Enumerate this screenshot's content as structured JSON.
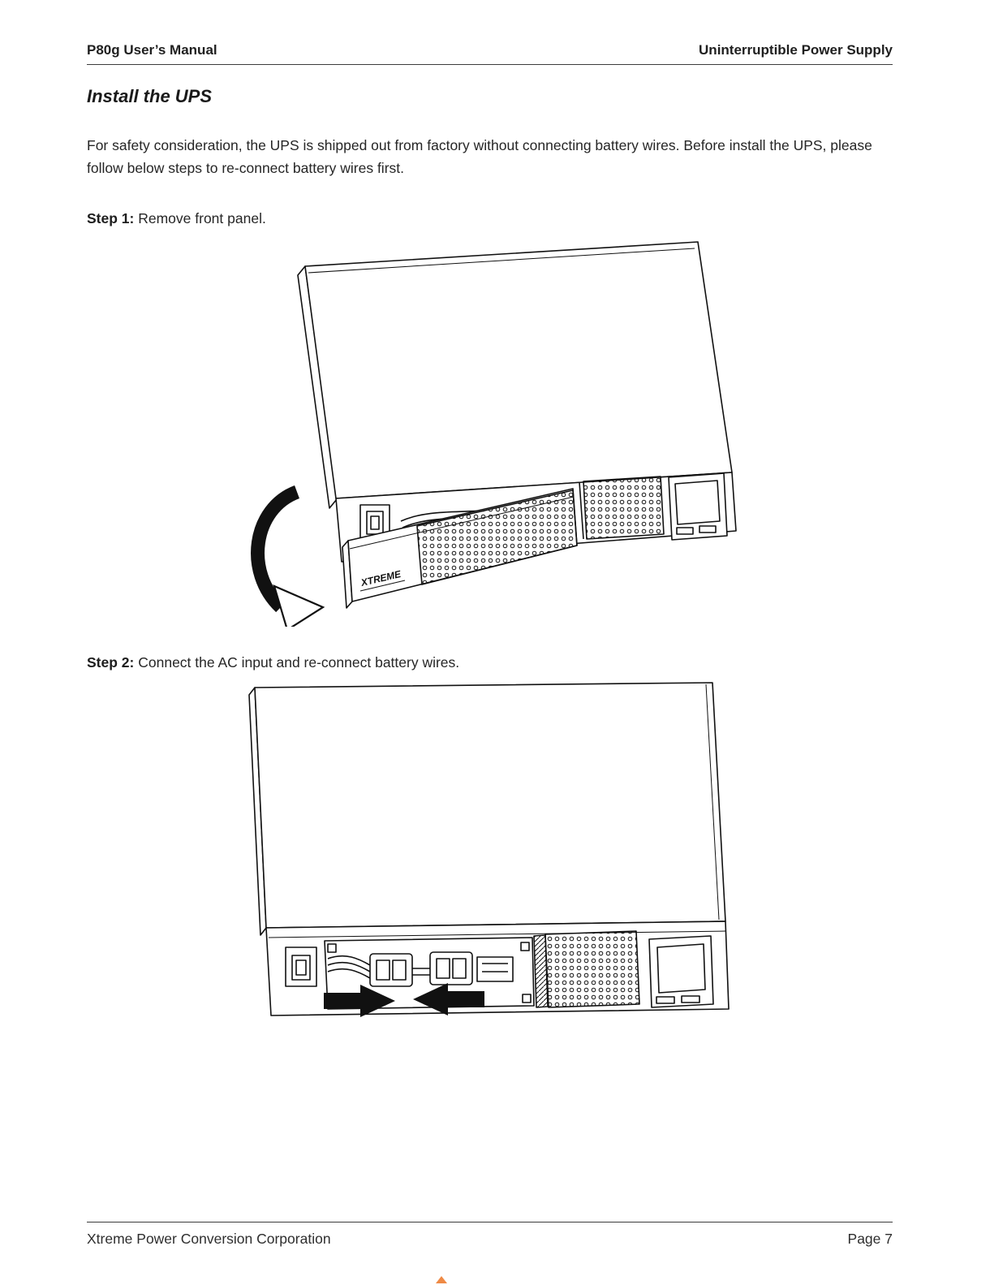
{
  "header": {
    "left": "P80g User’s Manual",
    "right": "Uninterruptible Power Supply"
  },
  "content": {
    "title": "Install the UPS",
    "intro": "For safety consideration, the UPS is shipped out from factory without connecting battery wires. Before install the UPS, please follow below steps to re-connect battery wires first.",
    "steps": [
      {
        "label": "Step 1:",
        "text": "Remove front panel."
      },
      {
        "label": "Step 2:",
        "text": "Connect the AC input and re-connect battery wires."
      }
    ],
    "figures": [
      {
        "name": "remove-front-panel-illustration",
        "description": "Isometric line drawing of UPS with front panel detached and curved rotation arrow"
      },
      {
        "name": "connect-battery-wires-illustration",
        "description": "Isometric line drawing of UPS front with battery connectors and two inward arrows"
      }
    ],
    "brand": "XTREME"
  },
  "footer": {
    "left": "Xtreme Power Conversion Corporation",
    "right": "Page 7"
  },
  "colors": {
    "line": "#111111",
    "text": "#262626",
    "artifact": "#ed7d31"
  }
}
